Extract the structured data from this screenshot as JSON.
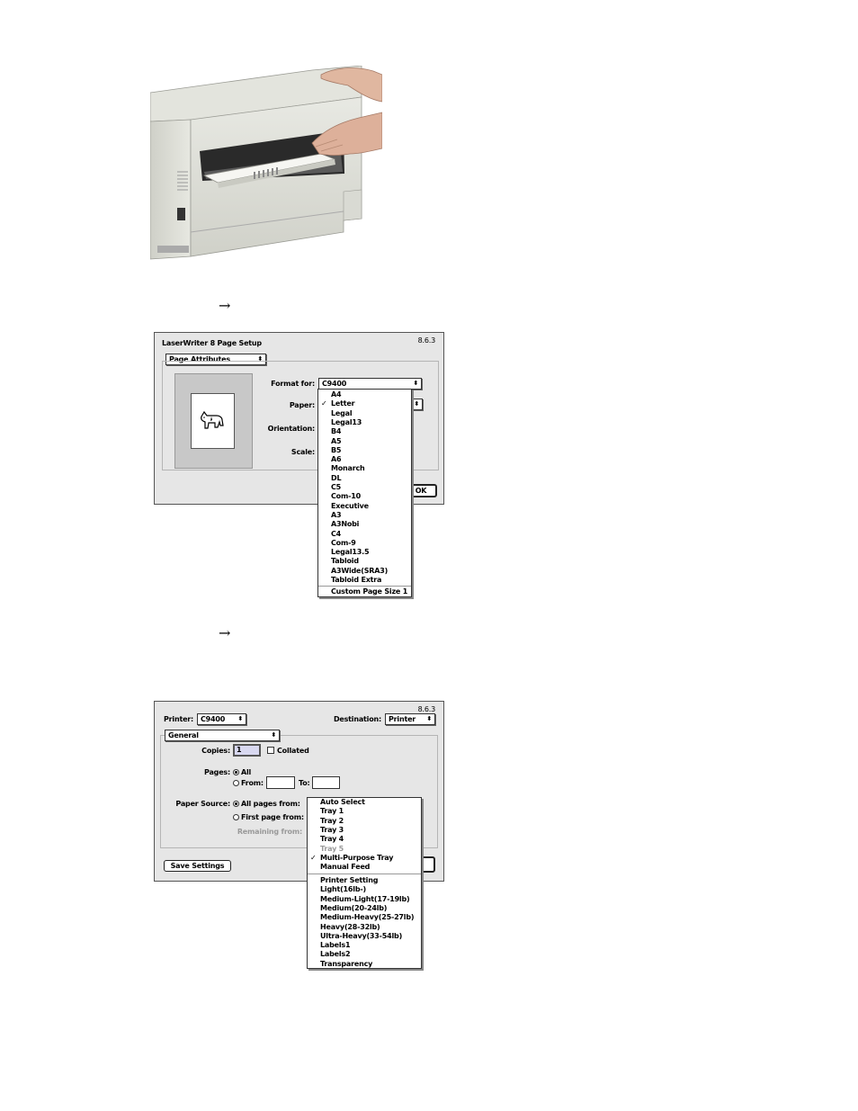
{
  "steps": {
    "arrow_1": "→",
    "arrow_2": "→"
  },
  "page_setup": {
    "title": "LaserWriter 8 Page Setup",
    "version": "8.6.3",
    "attributes_popup": "Page Attributes",
    "format_for_label": "Format for:",
    "format_for_value": "C9400",
    "paper_label": "Paper:",
    "orientation_label": "Orientation:",
    "scale_label": "Scale:",
    "ok_label": "OK",
    "paper_menu": {
      "check_mark": "✓",
      "items": [
        "A4",
        "Letter",
        "Legal",
        "Legal13",
        "B4",
        "A5",
        "B5",
        "A6",
        "Monarch",
        "DL",
        "C5",
        "Com-10",
        "Executive",
        "A3",
        "A3Nobi",
        "C4",
        "Com-9",
        "Legal13.5",
        "Tabloid",
        "A3Wide(SRA3)",
        "Tabloid Extra"
      ],
      "selected": "Letter",
      "custom_item": "Custom Page Size 1"
    }
  },
  "print_dialog": {
    "version": "8.6.3",
    "printer_label": "Printer:",
    "printer_value": "C9400",
    "destination_label": "Destination:",
    "destination_value": "Printer",
    "panel_popup": "General",
    "copies_label": "Copies:",
    "copies_value": "1",
    "collated_label": "Collated",
    "pages_label": "Pages:",
    "pages_all": "All",
    "pages_from": "From:",
    "pages_to": "To:",
    "paper_source_label": "Paper Source:",
    "all_pages_from": "All pages from:",
    "first_page_from": "First page from:",
    "remaining_from": "Remaining from:",
    "save_settings": "Save Settings",
    "source_menu": {
      "check_mark": "✓",
      "items": [
        "Auto Select",
        "Tray 1",
        "Tray 2",
        "Tray 3",
        "Tray 4",
        "Tray 5",
        "Multi-Purpose Tray",
        "Manual Feed"
      ],
      "disabled": "Tray 5",
      "selected": "Multi-Purpose Tray",
      "weight_items": [
        "Printer Setting",
        "Light(16lb-)",
        "Medium-Light(17-19lb)",
        "Medium(20-24lb)",
        "Medium-Heavy(25-27lb)",
        "Heavy(28-32lb)",
        "Ultra-Heavy(33-54lb)",
        "Labels1",
        "Labels2",
        "Transparency"
      ]
    }
  },
  "colors": {
    "dialog_bg": "#e6e6e6",
    "printer_body": "#dedfd6",
    "highlight_field": "#d8d8f0"
  }
}
